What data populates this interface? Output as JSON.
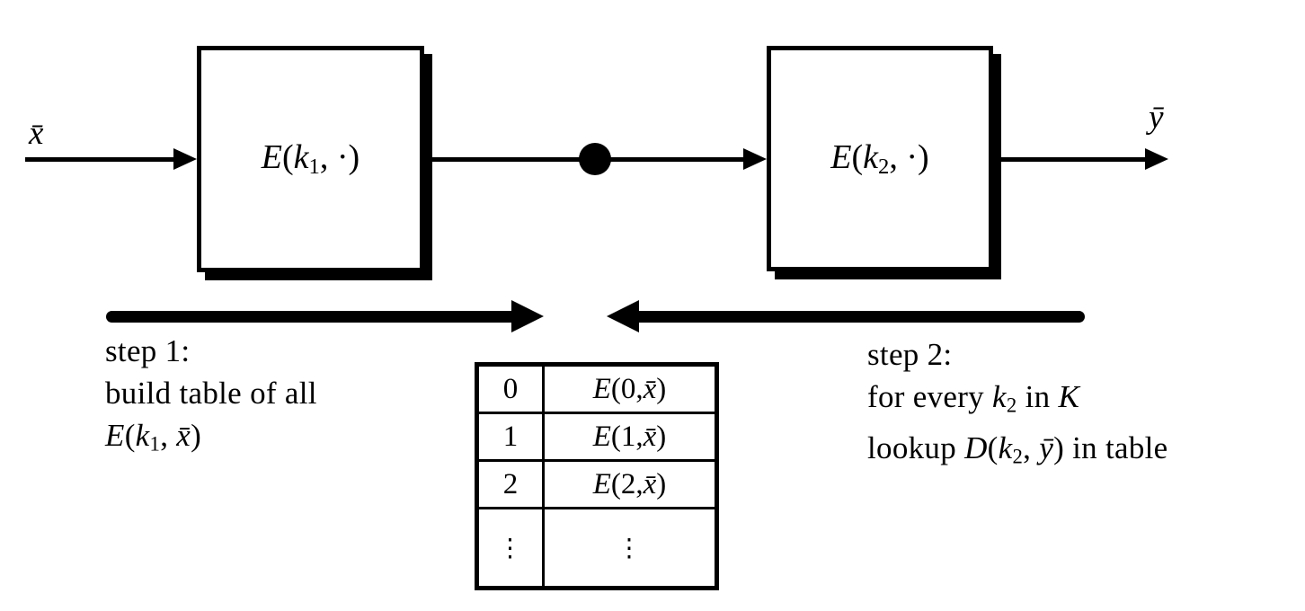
{
  "colors": {
    "ink": "#000000",
    "background": "#ffffff"
  },
  "diagram": {
    "input_label": "x̄",
    "output_label": "ȳ",
    "box1": {
      "fn": "E",
      "open": "(",
      "key": "k",
      "sub": "1",
      "close": ", ·)"
    },
    "box2": {
      "fn": "E",
      "open": "(",
      "key": "k",
      "sub": "2",
      "close": ", ·)"
    },
    "step1": {
      "line1": "step 1:",
      "line2": "build table of all",
      "formula": {
        "fn": "E",
        "open": "(",
        "key": "k",
        "sub": "1",
        "comma": ", ",
        "var": "x̄",
        "close": ")"
      }
    },
    "step2": {
      "line1": "step 2:",
      "line2": {
        "pre": "for every ",
        "key": "k",
        "sub": "2",
        "mid": " in ",
        "set": "K"
      },
      "line3": {
        "pre": "lookup ",
        "fn": "D",
        "open": "(",
        "key": "k",
        "sub": "2",
        "comma": ", ",
        "var": "ȳ",
        "close": ")",
        "post": " in table"
      }
    },
    "table": {
      "rows": [
        {
          "key": "0",
          "fn": "E",
          "pre": "(0, ",
          "var": "x̄",
          "post": ")"
        },
        {
          "key": "1",
          "fn": "E",
          "pre": "(1, ",
          "var": "x̄",
          "post": ")"
        },
        {
          "key": "2",
          "fn": "E",
          "pre": "(2, ",
          "var": "x̄",
          "post": ")"
        }
      ],
      "dots_key": "⋮",
      "dots_value": "⋮"
    }
  }
}
